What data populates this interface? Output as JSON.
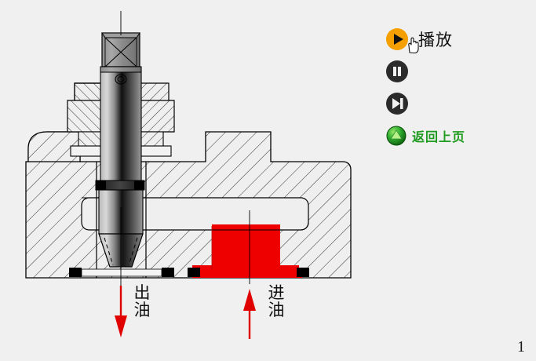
{
  "page": {
    "background_color": "#f0f0f0",
    "page_number": "1"
  },
  "diagram": {
    "title": "hydraulic-valve-cross-section",
    "colors": {
      "fluid_red": "#ee0000",
      "metal_light": "#efefef",
      "outline": "#000000",
      "seal_black": "#000000",
      "arrow_red": "#e00000"
    },
    "labels": {
      "outlet": "出油",
      "inlet": "进油"
    },
    "arrows": {
      "outlet_direction": "down",
      "inlet_direction": "up"
    }
  },
  "controls": {
    "play": {
      "label": "播放",
      "icon": "play-icon",
      "color": "#f5a000"
    },
    "pause": {
      "label": "",
      "icon": "pause-icon",
      "color": "#2b2b2b"
    },
    "next": {
      "label": "",
      "icon": "next-track-icon",
      "color": "#2b2b2b"
    },
    "back": {
      "label": "返回上页",
      "icon": "green-up-orb-icon",
      "color": "#1e9b1e"
    }
  }
}
